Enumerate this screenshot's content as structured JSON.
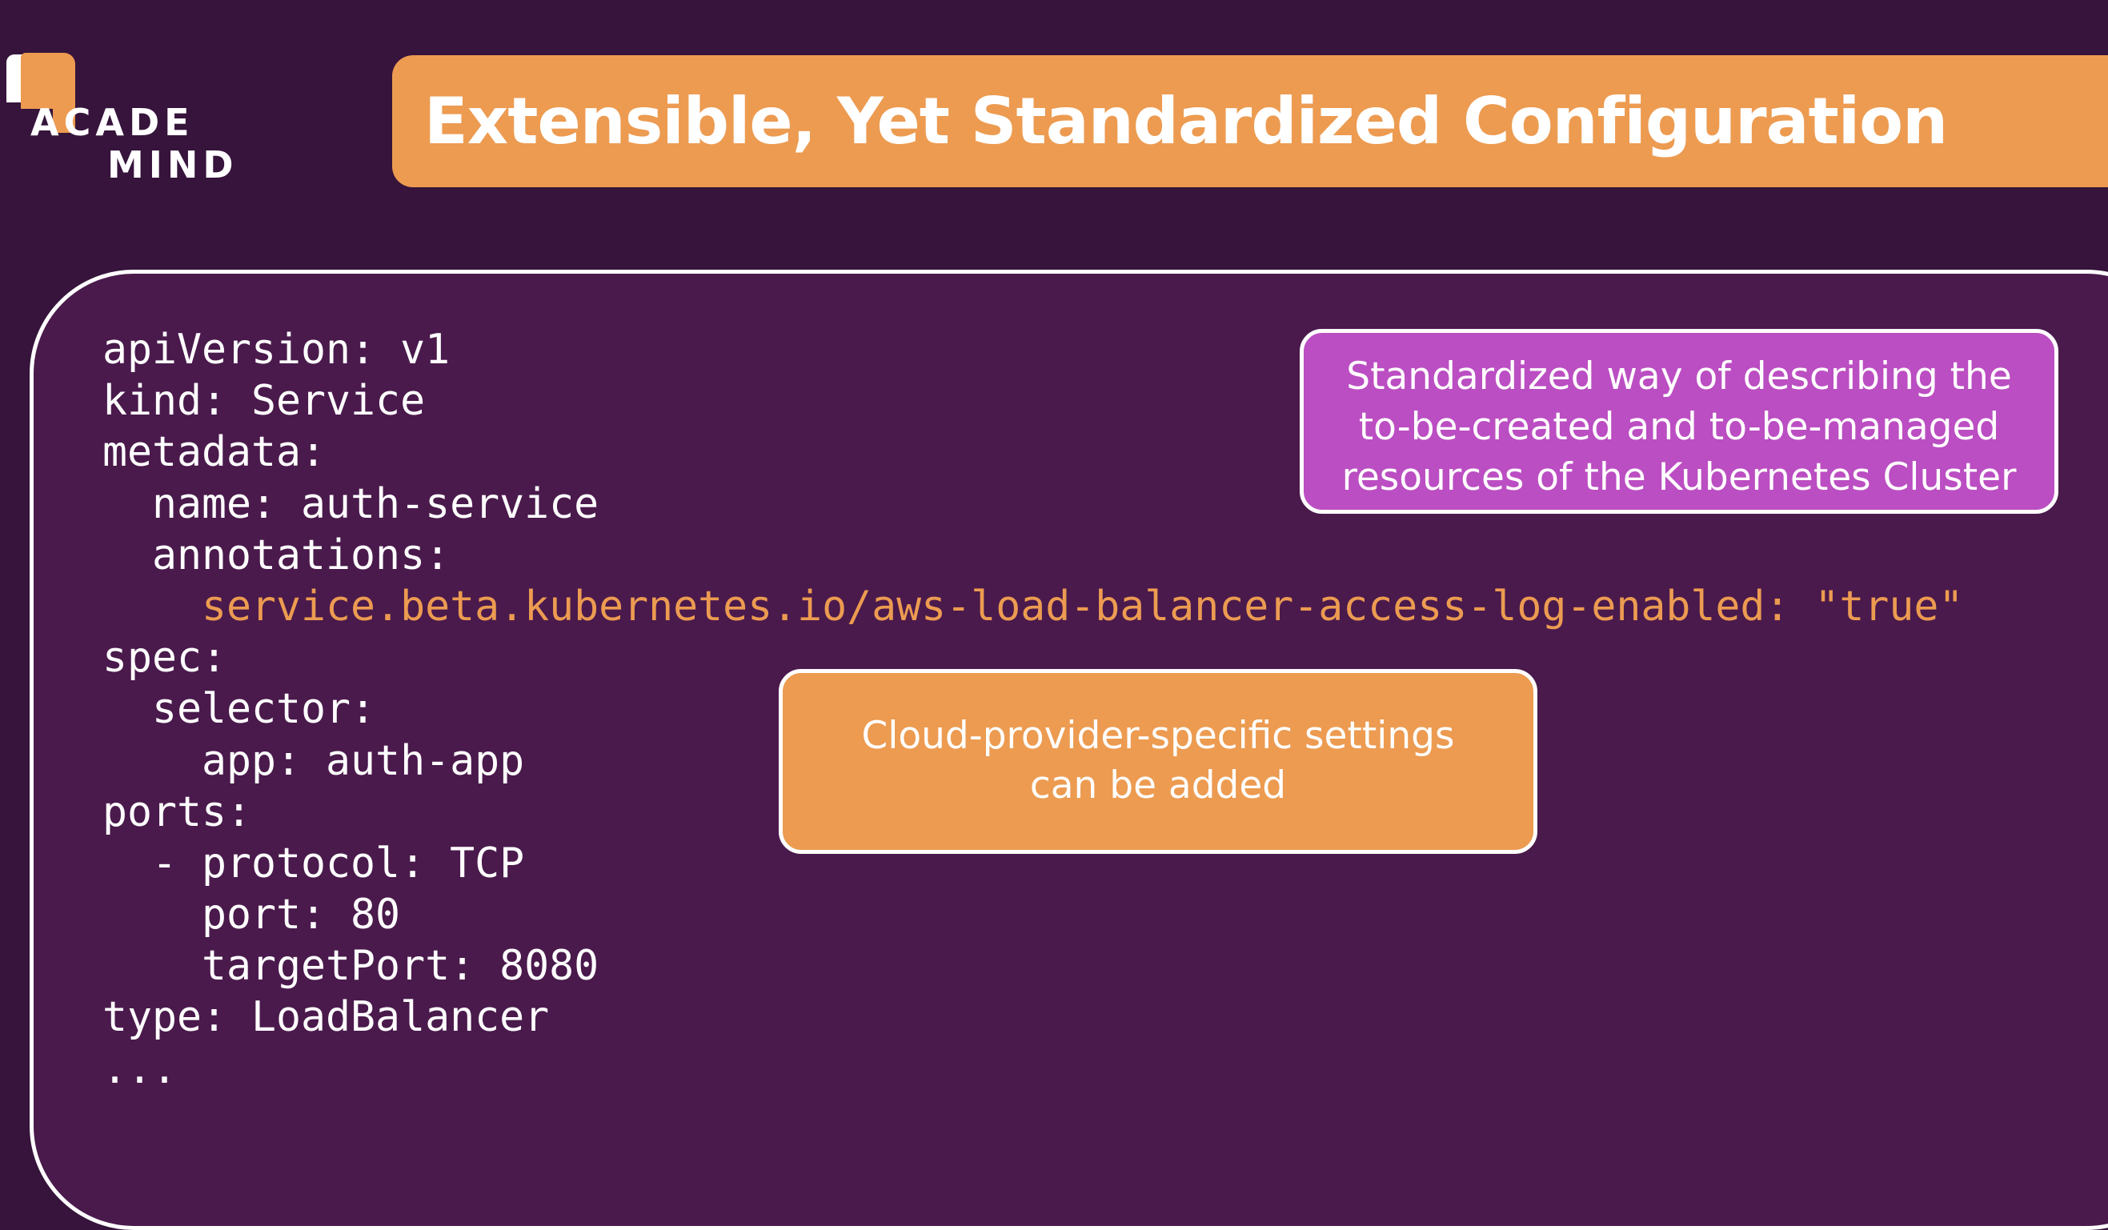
{
  "logo": {
    "line1": "ACADE",
    "line2": "MIND"
  },
  "title": "Extensible, Yet Standardized Configuration",
  "code": {
    "lines": [
      "apiVersion: v1",
      "kind: Service",
      "metadata:",
      "  name: auth-service",
      "  annotations:",
      "    service.beta.kubernetes.io/aws-load-balancer-access-log-enabled: \"true\"",
      "spec:",
      "  selector:",
      "    app: auth-app",
      "ports:",
      "  - protocol: TCP",
      "    port: 80",
      "    targetPort: 8080",
      "type: LoadBalancer",
      "..."
    ],
    "highlight_color": "#ec9b51"
  },
  "callouts": {
    "standardized": {
      "lines": [
        "Standardized way of describing the",
        "to-be-created and to-be-managed",
        "resources of the Kubernetes Cluster"
      ],
      "color": "#bb4ec2"
    },
    "cloud_provider": {
      "lines": [
        "Cloud-provider-specific settings",
        "can be added"
      ],
      "color": "#ec9b51"
    }
  },
  "colors": {
    "background": "#36143b",
    "panel": "#4a1a4c",
    "accent": "#ec9b51"
  }
}
